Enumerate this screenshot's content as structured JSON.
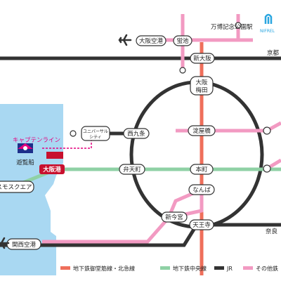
{
  "stations": {
    "osaka_airport": "大阪空港",
    "hotarugaike": "蛍池",
    "banpaku": "万博記念公園駅",
    "shin_osaka": "新大阪",
    "osaka_umeda_line1": "大阪",
    "osaka_umeda_line2": "梅田",
    "yodoyabashi": "淀屋橋",
    "hommachi": "本町",
    "namba": "なんば",
    "shin_imamiya": "新今宮",
    "tennoji": "天王寺",
    "nishikujo": "西九条",
    "universal_city_line1": "ユニバーサル",
    "universal_city_line2": "シティ",
    "bentencho": "弁天町",
    "osakako": "大阪港",
    "cosmosquare": "スモスクエア",
    "kansai_airport": "関西空港",
    "nara_partial": "奈良",
    "kyoto_partial": "京都"
  },
  "captain_line_label": "キャプテンライン",
  "kaiyukan_label": "遊覧船",
  "nifrel_label": "NIFREL",
  "legend": [
    {
      "label": "地下鉄御堂筋線・北急線",
      "color": "#ef6f5b"
    },
    {
      "label": "地下鉄中央線",
      "color": "#8fd1a5"
    },
    {
      "label": "JR",
      "color": "#333333"
    },
    {
      "label": "その他鉄",
      "color": "#f29ac2"
    }
  ],
  "colors": {
    "sea": "#a9d8f2",
    "midosuji": "#ef6f5b",
    "chuo": "#8fd1a5",
    "jr": "#333333",
    "other": "#f29ac2",
    "captain_line": "#e4007f",
    "osakako_badge": "#c8102e",
    "nifrel": "#2aa6e0"
  }
}
